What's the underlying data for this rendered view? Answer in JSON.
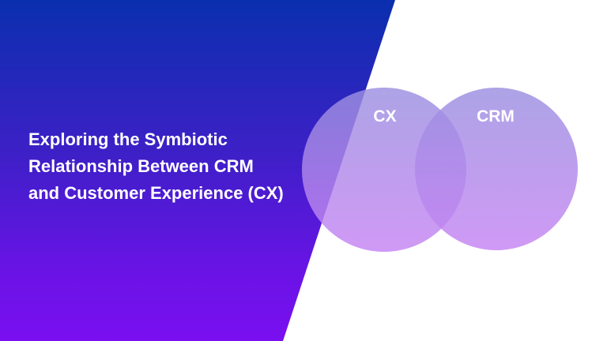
{
  "headline": {
    "line1": "Exploring the Symbiotic",
    "line2": "Relationship Between CRM",
    "line3": "and Customer Experience (CX)"
  },
  "venn": {
    "left_label": "CX",
    "right_label": "CRM",
    "circle_color_top": "#8e86dd",
    "circle_color_bottom": "#c07df2"
  },
  "colors": {
    "panel_top": "#0a2fae",
    "panel_bottom": "#7a0ff0",
    "background": "#ffffff"
  }
}
